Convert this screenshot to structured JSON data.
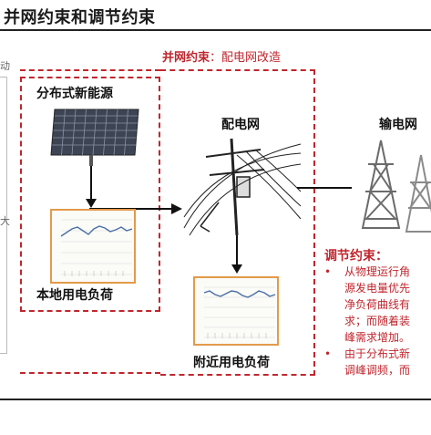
{
  "title": "并网约束和调节约束",
  "grid_constraint": {
    "label_bold": "并网约束",
    "label_rest": "：配电网改造"
  },
  "nodes": {
    "distributed_energy": "分布式新能源",
    "local_load": "本地用电负荷",
    "distribution_grid": "配电网",
    "nearby_load": "附近用电负荷",
    "transmission_grid": "输电网"
  },
  "regulation": {
    "heading": "调节约束：",
    "bullets": [
      {
        "marker": "•",
        "lines": [
          "从物理运行角",
          "源发电量优先",
          "净负荷曲线有",
          "求；而随着装",
          "峰需求增加。"
        ]
      },
      {
        "marker": "•",
        "lines": [
          "由于分布式新",
          "调峰调频，而"
        ]
      }
    ]
  },
  "left_edge_chars": [
    "动",
    "大"
  ],
  "colors": {
    "accent_red": "#c0262d",
    "chart_border": "#e39a4a",
    "chart_line": "#4a6fa5"
  }
}
